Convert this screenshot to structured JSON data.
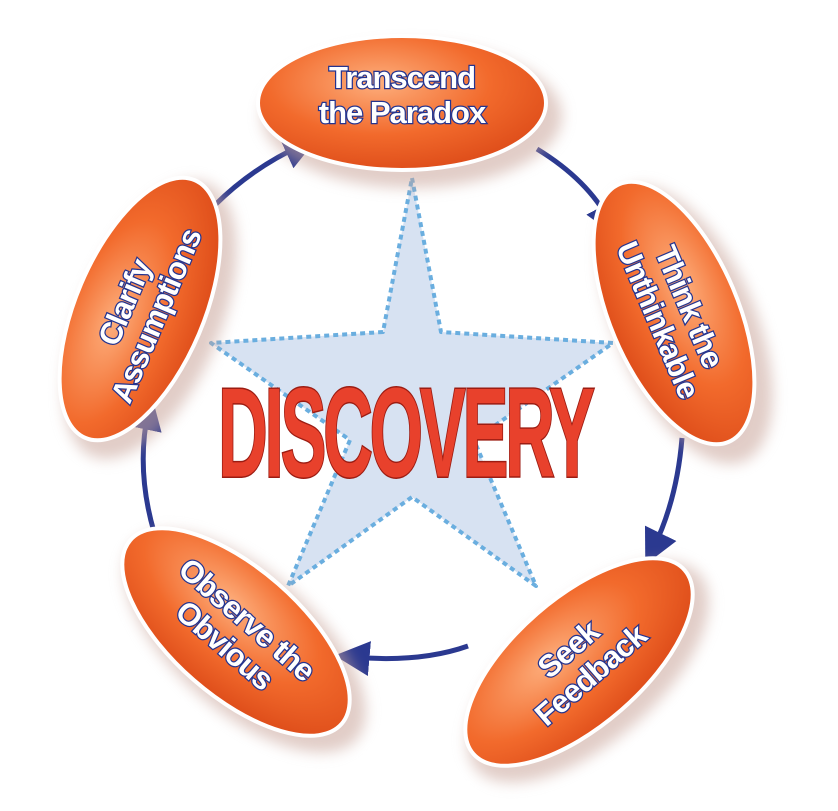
{
  "center": {
    "text": "DISCOVERY"
  },
  "nodes": [
    {
      "id": "transcend-the-paradox",
      "lines": [
        "Transcend",
        "the Paradox"
      ]
    },
    {
      "id": "think-the-unthinkable",
      "lines": [
        "Think the",
        "Unthinkable"
      ]
    },
    {
      "id": "seek-feedback",
      "lines": [
        "Seek",
        "Feedback"
      ]
    },
    {
      "id": "observe-the-obvious",
      "lines": [
        "Observe the",
        "Obvious"
      ]
    },
    {
      "id": "clarify-assumptions",
      "lines": [
        "Clarify",
        "Assumptions"
      ]
    }
  ],
  "colors": {
    "node_fill_light": "#fb9a62",
    "node_fill_dark": "#e4511c",
    "node_outline": "#ffffff",
    "label_outline": "#24348f",
    "cycle_arrow": "#2b3990",
    "star_fill": "#d7e2f2",
    "star_dash": "#6aaedf",
    "center_text": "#e8412c"
  }
}
